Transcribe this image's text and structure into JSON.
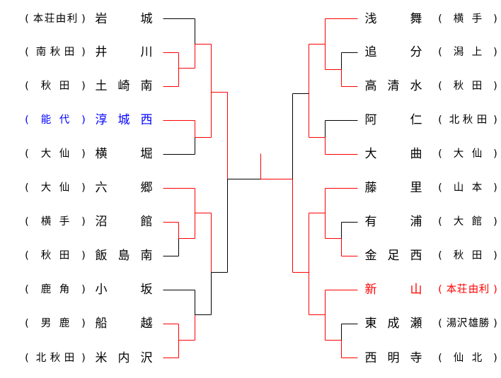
{
  "colors": {
    "win": "#ff0000",
    "line": "#000000",
    "highlight": "#0000ff"
  },
  "left_teams": [
    {
      "school": "岩　城",
      "pref": "(本荘由利)",
      "color": "black"
    },
    {
      "school": "井　川",
      "pref": "(南秋田)",
      "color": "black"
    },
    {
      "school": "土崎南",
      "pref": "( 秋 田 )",
      "color": "black"
    },
    {
      "school": "淳城西",
      "pref": "( 能 代 )",
      "color": "blue"
    },
    {
      "school": "横　堀",
      "pref": "( 大 仙 )",
      "color": "black"
    },
    {
      "school": "六　郷",
      "pref": "( 大 仙 )",
      "color": "black"
    },
    {
      "school": "沼　館",
      "pref": "( 横 手 )",
      "color": "black"
    },
    {
      "school": "飯島南",
      "pref": "( 秋 田 )",
      "color": "black"
    },
    {
      "school": "小　坂",
      "pref": "( 鹿 角 )",
      "color": "black"
    },
    {
      "school": "船　越",
      "pref": "( 男 鹿 )",
      "color": "black"
    },
    {
      "school": "米内沢",
      "pref": "(北秋田)",
      "color": "black"
    }
  ],
  "right_teams": [
    {
      "school": "浅　舞",
      "pref": "( 横 手 )",
      "color": "black"
    },
    {
      "school": "追　分",
      "pref": "( 潟 上 )",
      "color": "black"
    },
    {
      "school": "高清水",
      "pref": "( 秋 田 )",
      "color": "black"
    },
    {
      "school": "阿　仁",
      "pref": "(北秋田)",
      "color": "black"
    },
    {
      "school": "大　曲",
      "pref": "( 大 仙 )",
      "color": "black"
    },
    {
      "school": "藤　里",
      "pref": "( 山 本 )",
      "color": "black"
    },
    {
      "school": "有　浦",
      "pref": "( 大 館 )",
      "color": "black"
    },
    {
      "school": "金足西",
      "pref": "( 秋 田 )",
      "color": "black"
    },
    {
      "school": "新　山",
      "pref": "(本荘由利)",
      "color": "red"
    },
    {
      "school": "東成瀬",
      "pref": "(湯沢雄勝)",
      "color": "black"
    },
    {
      "school": "西明寺",
      "pref": "( 仙 北 )",
      "color": "black"
    }
  ]
}
